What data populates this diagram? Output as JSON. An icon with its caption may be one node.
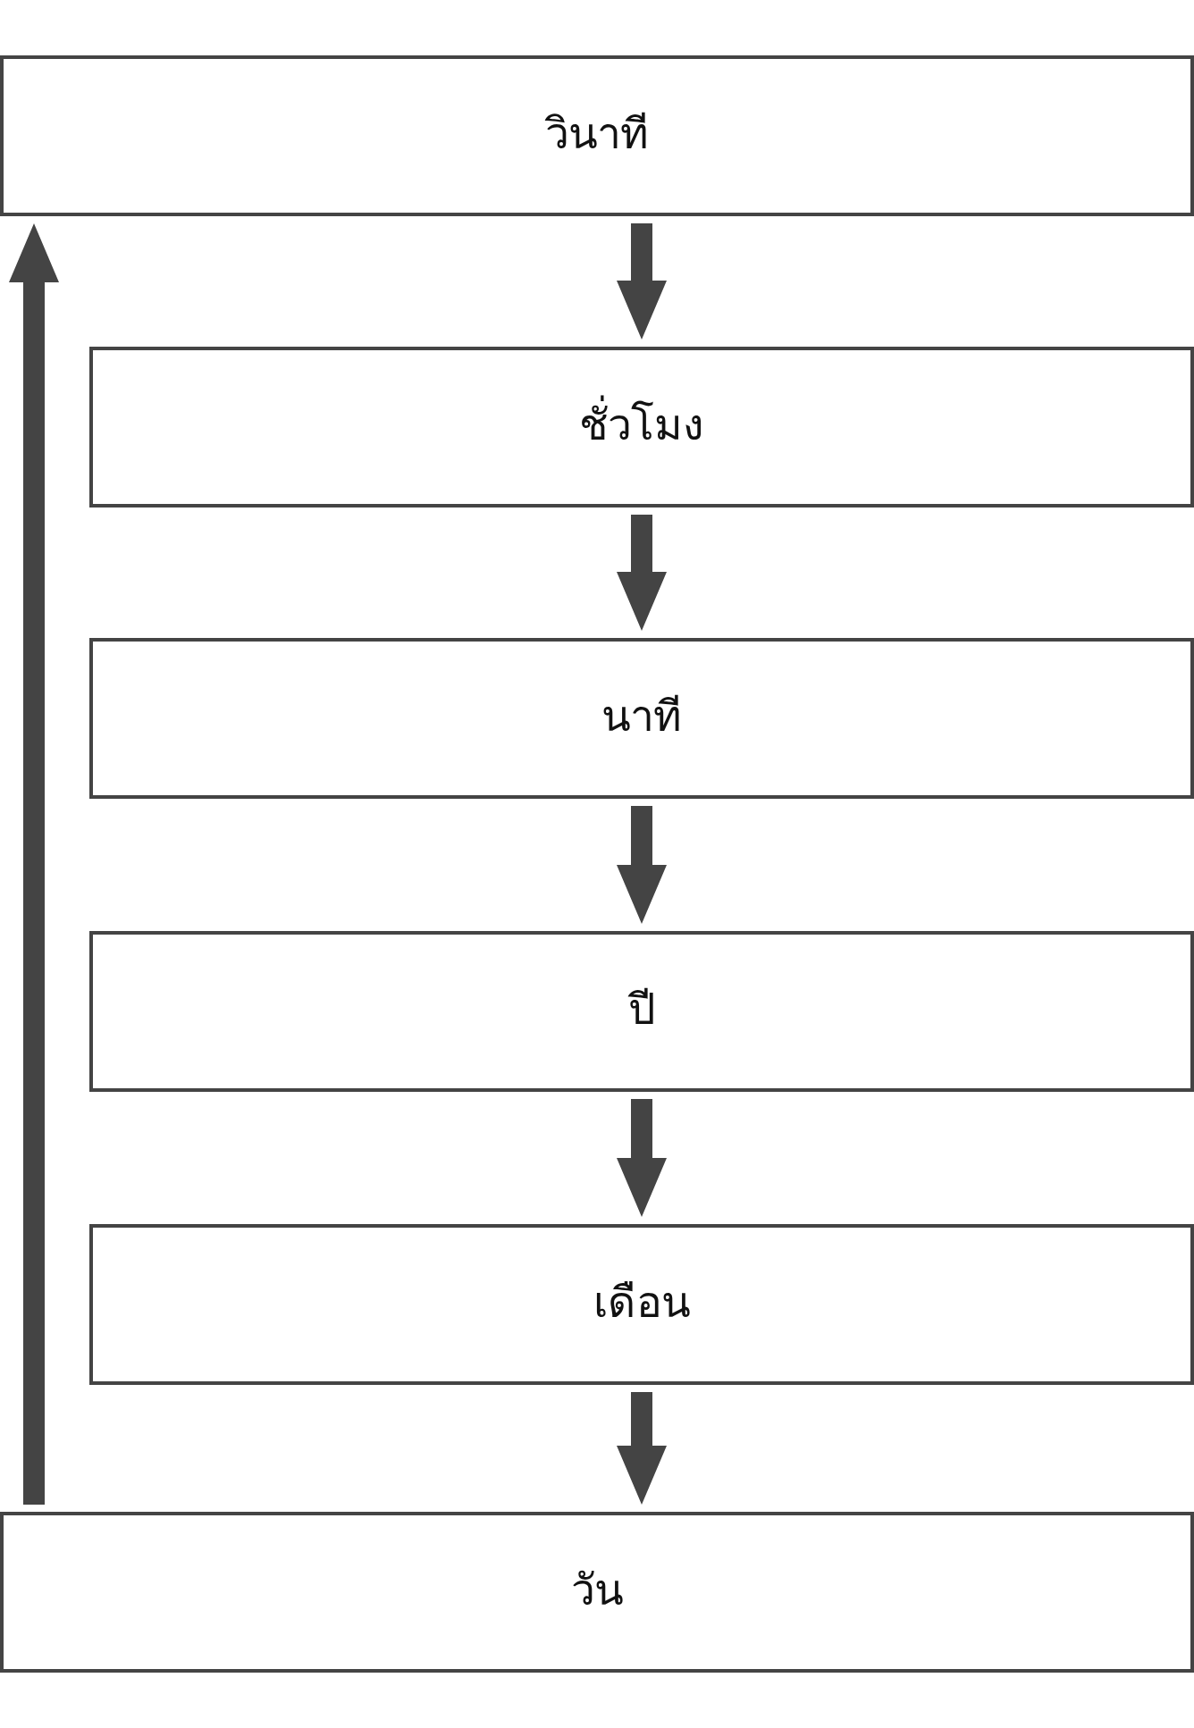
{
  "diagram": {
    "nodes": [
      {
        "text": [
          "วินาที"
        ]
      },
      {
        "text": [
          "ชั่วโมง"
        ]
      },
      {
        "text": [
          "นาที"
        ]
      },
      {
        "text": [
          "ปี"
        ]
      },
      {
        "text": [
          "เดือน"
        ]
      },
      {
        "text": [
          "วัน"
        ]
      }
    ],
    "edges": [
      {
        "from": 0,
        "to": 1,
        "arrow": "to"
      },
      {
        "from": 1,
        "to": 2,
        "arrow": "to"
      },
      {
        "from": 2,
        "to": 3,
        "arrow": "to"
      },
      {
        "from": 3,
        "to": 4,
        "arrow": "to"
      },
      {
        "from": 4,
        "to": 5,
        "arrow": "to"
      },
      {
        "from": 5,
        "to": 0,
        "arrow": "to"
      }
    ]
  }
}
